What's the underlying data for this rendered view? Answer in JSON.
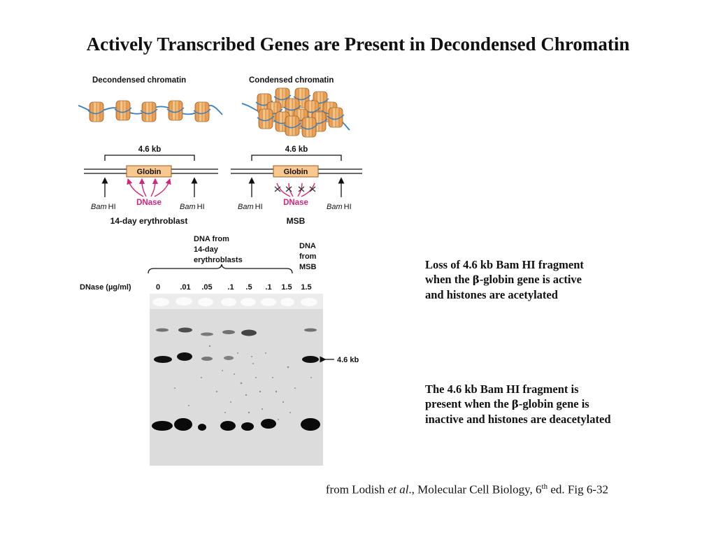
{
  "slide": {
    "title": "Actively Transcribed Genes are Present in Decondensed Chromatin"
  },
  "diagram": {
    "left": {
      "label": "Decondensed chromatin",
      "size": "4.6 kb",
      "gene": "Globin",
      "enzyme": "DNase",
      "site_italic": "Bam",
      "site_roman": "HI",
      "cell": "14-day erythroblast"
    },
    "right": {
      "label": "Condensed chromatin",
      "size": "4.6 kb",
      "gene": "Globin",
      "enzyme": "DNase",
      "site_italic": "Bam",
      "site_roman": "HI",
      "cell": "MSB"
    },
    "colors": {
      "nucleosome": "#f5b876",
      "dna": "#3a7fc1",
      "gene_box": "#f8c98f",
      "enzyme": "#d6247c"
    }
  },
  "gel": {
    "group1_label": [
      "DNA from",
      "14-day",
      "erythroblasts"
    ],
    "group2_label": [
      "DNA",
      "from",
      "MSB"
    ],
    "dnase_label": "DNase (µg/ml)",
    "lanes": [
      "0",
      ".01",
      ".05",
      ".1",
      ".5",
      ".1",
      "1.5",
      "1.5"
    ],
    "marker": "4.6 kb"
  },
  "notes": {
    "top": {
      "line1": "Loss of 4.6 kb Bam HI fragment",
      "line2_pre": "when the ",
      "beta": "β",
      "line2_post": "-globin gene is active",
      "line3": "and histones are acetylated"
    },
    "bottom": {
      "line1": "The 4.6 kb Bam HI fragment is",
      "line2_pre": "present when the ",
      "beta": "β",
      "line2_post": "-globin gene is",
      "line3": "inactive and histones are deacetylated"
    }
  },
  "caption": {
    "pre": "from Lodish ",
    "italic": "et al",
    "mid": "., Molecular Cell Biology, 6",
    "sup": "th",
    "post": " ed. Fig 6-32"
  }
}
